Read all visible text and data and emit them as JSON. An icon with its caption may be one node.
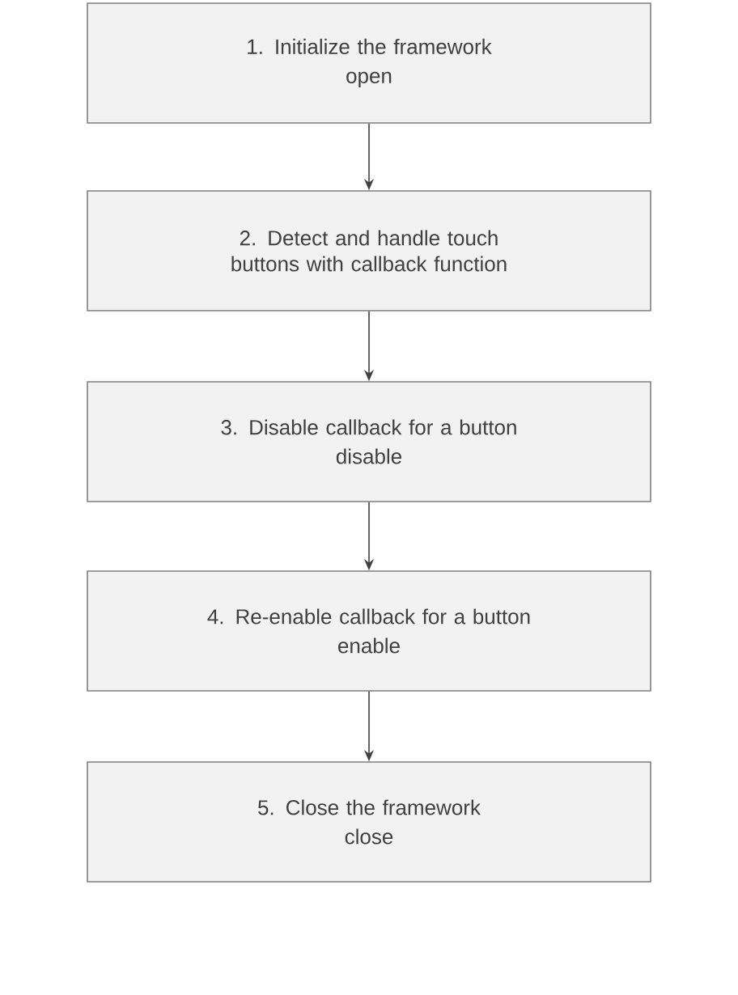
{
  "diagram": {
    "nodes": [
      {
        "text": [
          "1. Initialize the framework",
          "open"
        ]
      },
      {
        "text": [
          "2. Detect and handle touch buttons with callback function"
        ]
      },
      {
        "text": [
          "3. Disable callback for a button",
          "disable"
        ]
      },
      {
        "text": [
          "4. Re-enable callback for a button",
          "enable"
        ]
      },
      {
        "text": [
          "5. Close the framework",
          "close"
        ]
      }
    ],
    "edges": [
      {
        "from": 0,
        "to": 1,
        "arrow": "to"
      },
      {
        "from": 1,
        "to": 2,
        "arrow": "to"
      },
      {
        "from": 2,
        "to": 3,
        "arrow": "to"
      },
      {
        "from": 3,
        "to": 4,
        "arrow": "to"
      }
    ]
  }
}
